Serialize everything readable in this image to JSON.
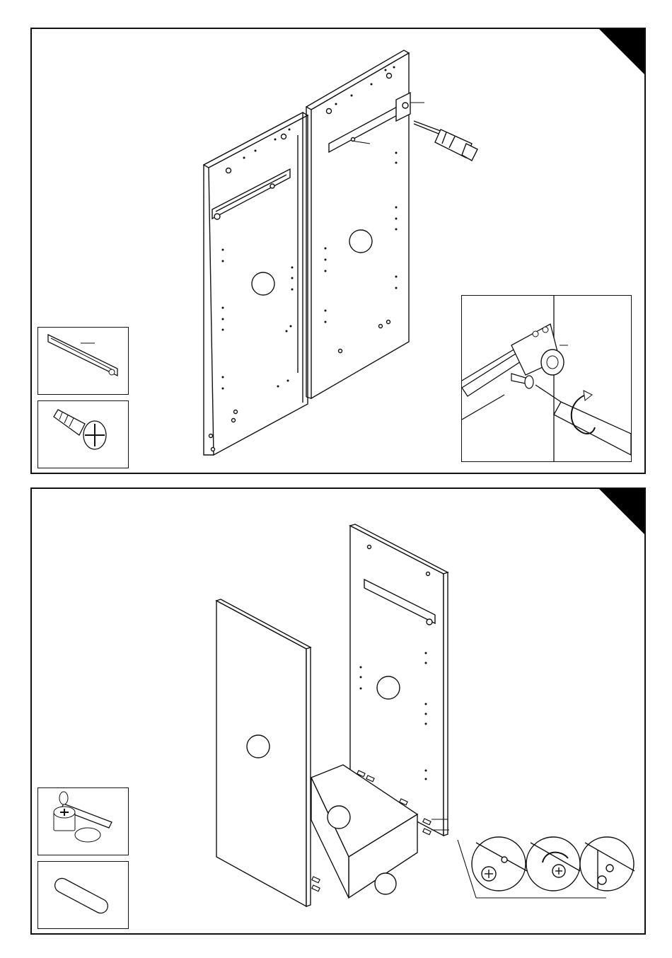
{
  "steps": [
    {
      "id": "step-1",
      "marker": "",
      "parts": [
        "drawer-slide-rail",
        "chipboard-screw"
      ]
    },
    {
      "id": "step-2",
      "marker": "",
      "parts": [
        "cam-lock-connector",
        "wooden-dowel"
      ]
    }
  ],
  "colors": {
    "line": "#111111",
    "panel": "#ffffff",
    "marker": "#000000"
  },
  "icons": [
    "screwdriver-icon",
    "rotate-arrow-icon",
    "screw-icon",
    "cam-lock-icon",
    "dowel-icon",
    "slide-rail-icon"
  ]
}
